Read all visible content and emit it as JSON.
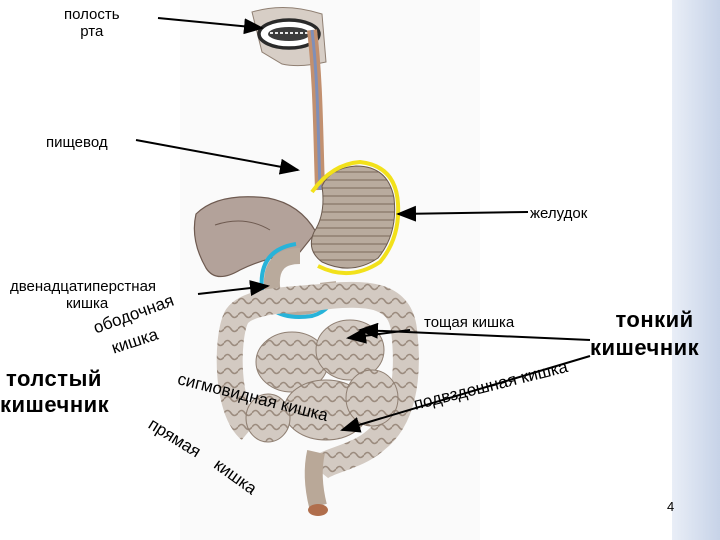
{
  "labels": {
    "oral_cavity": [
      "полость",
      "рта"
    ],
    "esophagus": "пищевод",
    "stomach": "желудок",
    "duodenum": [
      "двенадцатиперстная",
      "кишка"
    ],
    "colon_word": "ободочная",
    "colon_word2": "кишка",
    "large_intestine": [
      "толстый",
      "кишечник"
    ],
    "sigmoid": "сигмовидная кишка",
    "rectum_word": "прямая",
    "rectum_word2": "кишка",
    "jejunum": "тощая кишка",
    "small_intestine": [
      "тонкий",
      "кишечник"
    ],
    "ileum": "подвздошная кишка"
  },
  "slide_number": "4",
  "colors": {
    "stomach_outline": "#f2e11a",
    "duodenum_outline": "#27b3d9",
    "organ": "#cfc5bd",
    "organ_shade": "#a9998c",
    "liver": "#9a8379",
    "stripe": "#c7d3e8"
  }
}
